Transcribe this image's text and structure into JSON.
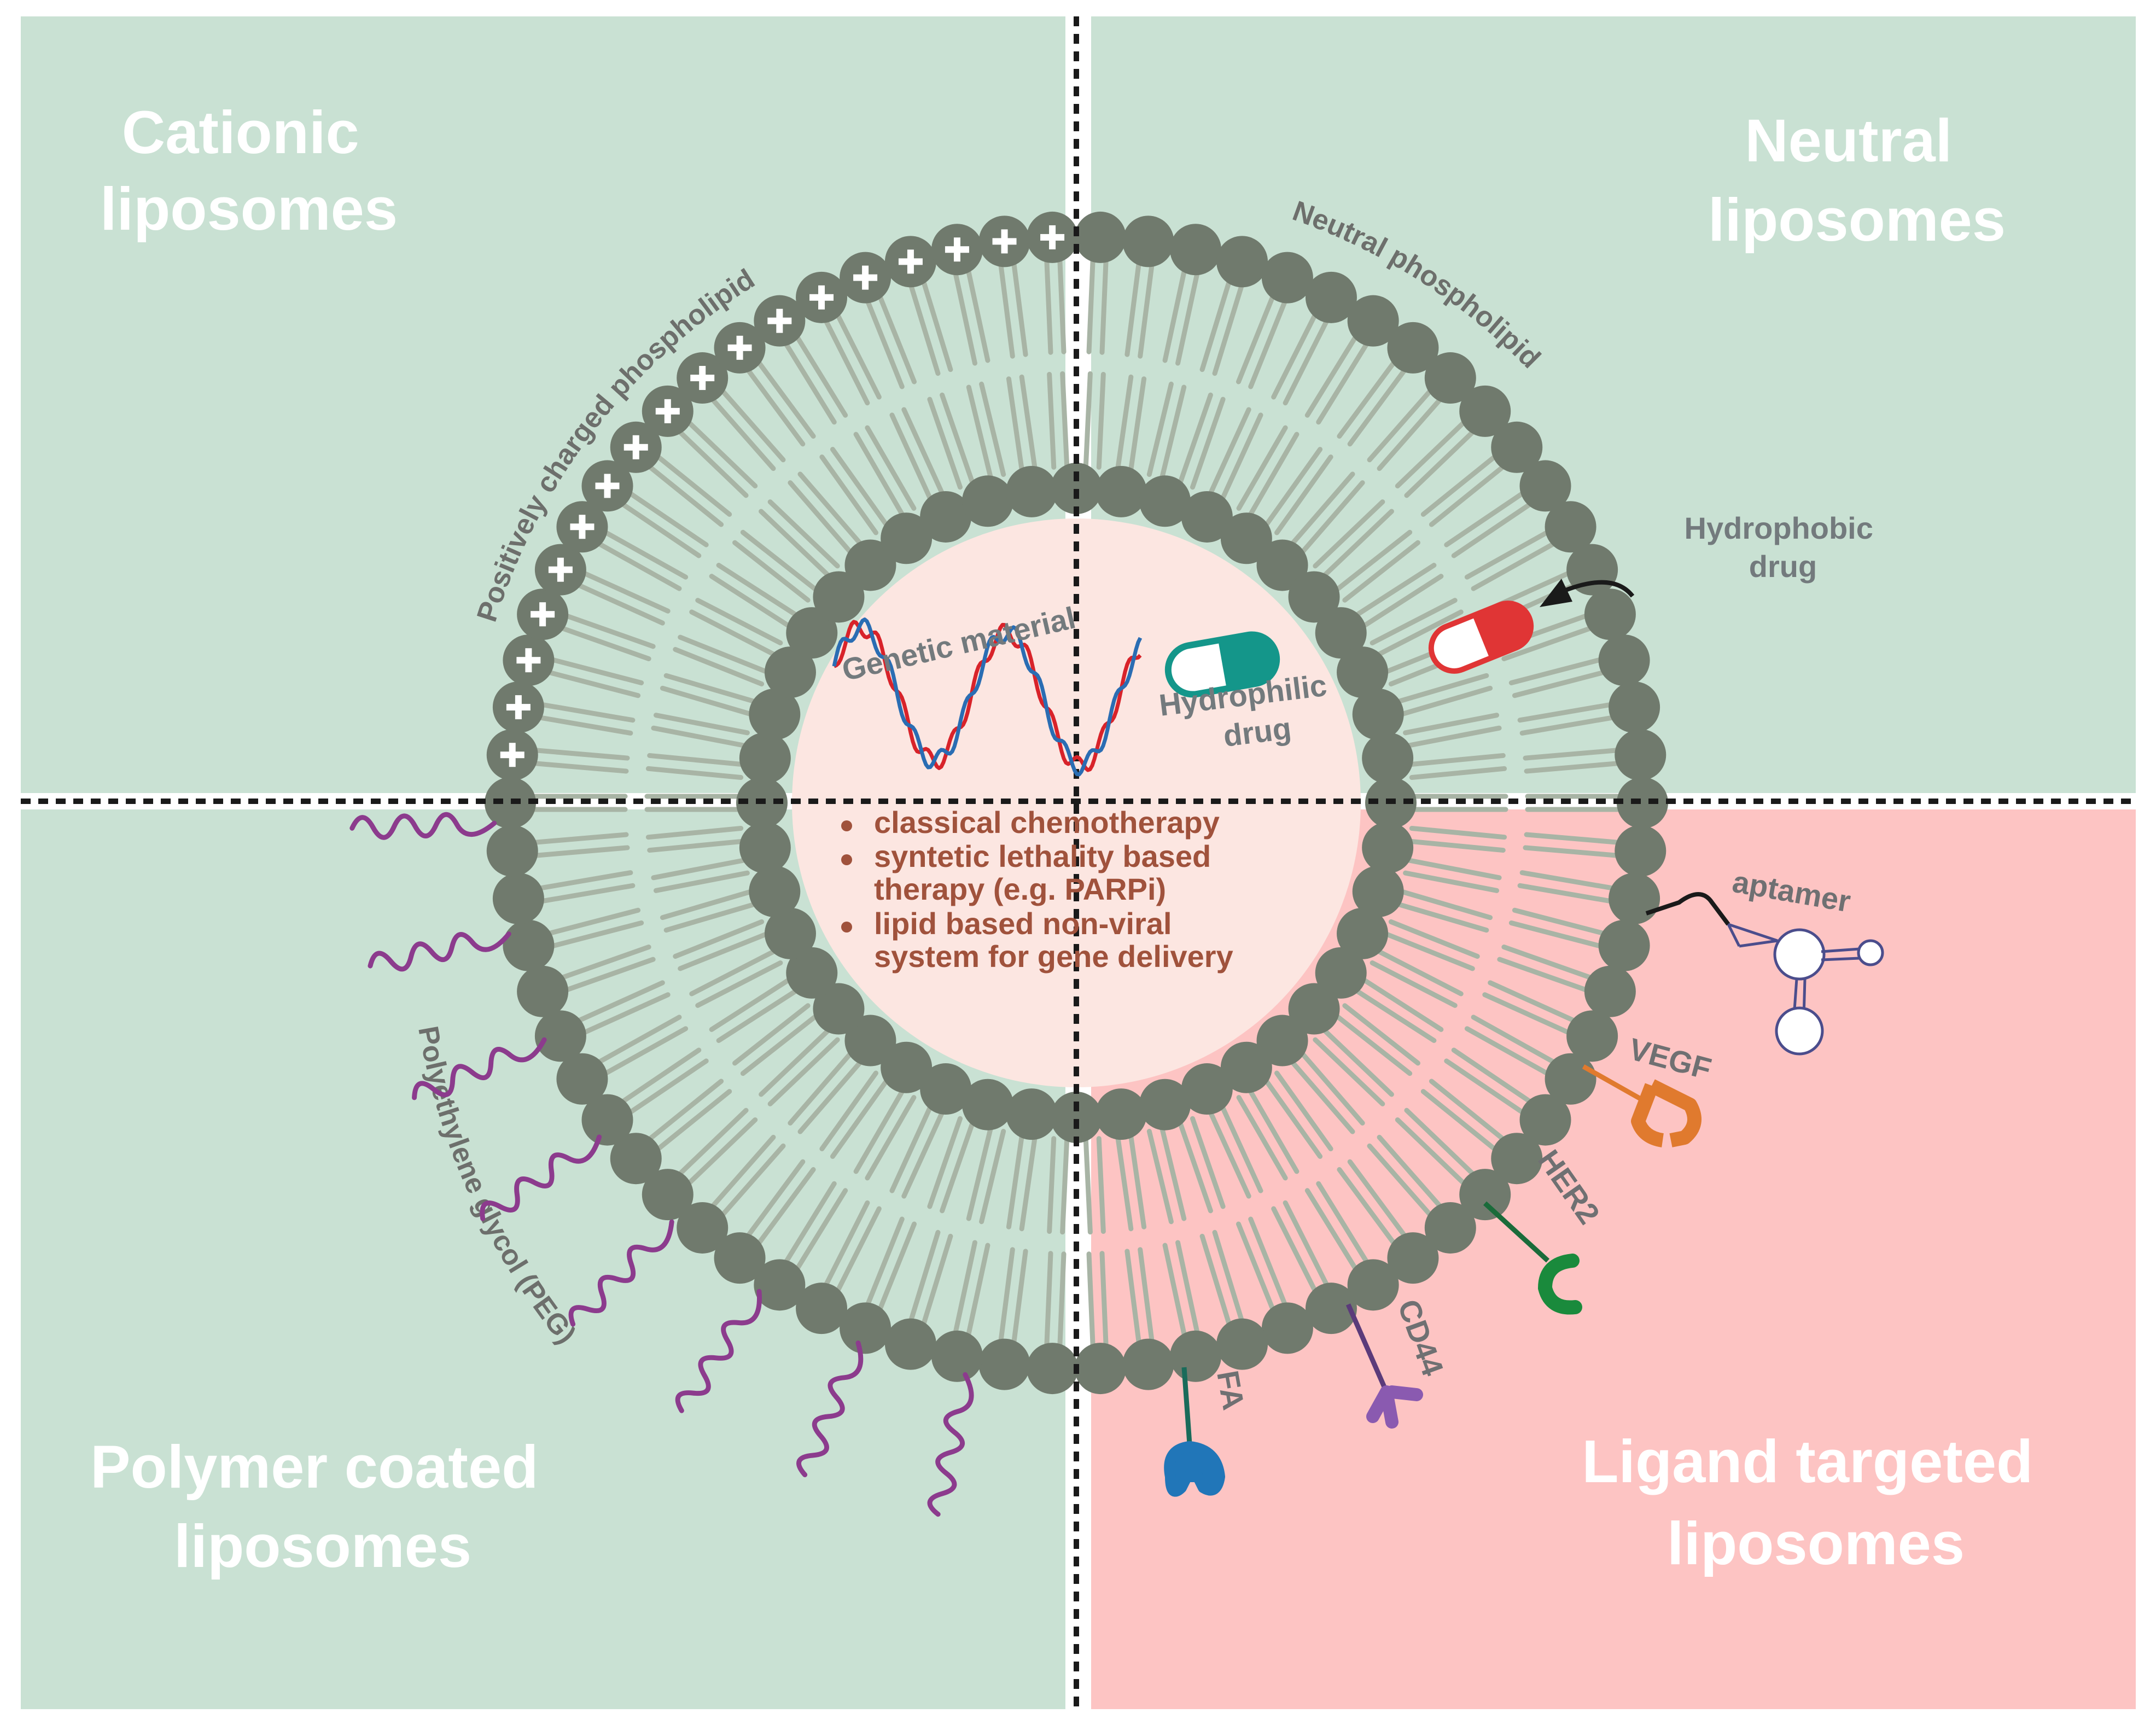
{
  "quadrants": {
    "top_left": {
      "title_lines": [
        "Cationic",
        "liposomes"
      ],
      "color": "#c9e1d3"
    },
    "top_right": {
      "title_lines": [
        "Neutral",
        "liposomes"
      ],
      "color": "#c9e1d3"
    },
    "bottom_left": {
      "title_lines": [
        "Polymer coated",
        "liposomes"
      ],
      "color": "#c9e1d3"
    },
    "bottom_right": {
      "title_lines": [
        "Ligand targeted",
        "liposomes"
      ],
      "color": "#fdc4c3"
    }
  },
  "membrane_labels": {
    "cationic": "Positively charged phospholipid",
    "neutral": "Neutral phospholipid",
    "peg": "Polyethylene glycol (PEG)"
  },
  "core": {
    "genetic_material": "Genetic material",
    "hydrophilic_drug": [
      "Hydrophilic",
      "drug"
    ],
    "bullets": [
      [
        "classical chemotherapy"
      ],
      [
        "syntetic lethality based",
        "therapy (e.g. PARPi)"
      ],
      [
        "lipid based non-viral",
        "system for gene delivery"
      ]
    ]
  },
  "hydrophobic_drug": [
    "Hydrophobic",
    "drug"
  ],
  "ligands": {
    "aptamer": "aptamer",
    "vegf": "VEGF",
    "her2": "HER2",
    "cd44": "CD44",
    "fa": "FA"
  },
  "colors": {
    "lipid_head": "#707a6d",
    "lipid_tail": "#a8b4a5",
    "core": "#fce6e1",
    "peg": "#8c3b8d",
    "dna_red": "#d8232a",
    "dna_blue": "#2a6db3",
    "hydrophilic_capsule": "#14968a",
    "hydrophobic_capsule": "#e03535",
    "aptamer": "#4b4d8c",
    "vegf": "#e07a2e",
    "her2": "#1a8a3c",
    "cd44": "#8a5ab0",
    "fa": "#2176b8"
  }
}
